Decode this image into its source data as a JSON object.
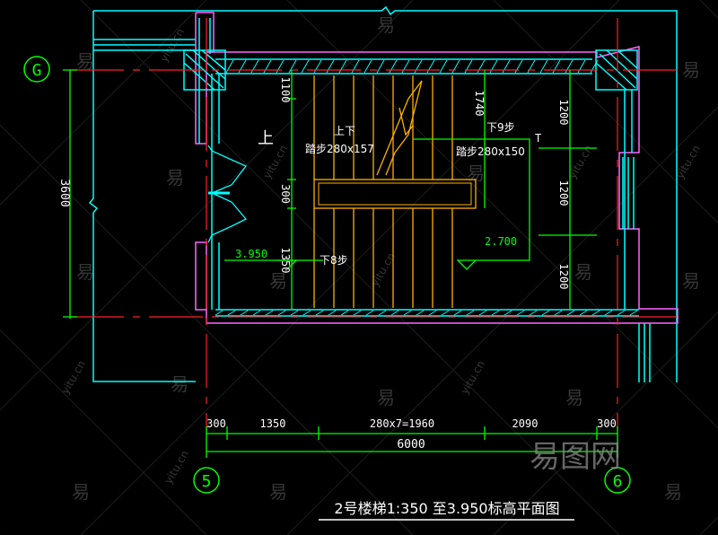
{
  "drawing": {
    "title": "2号楼梯1:350 至3.950标高平面图",
    "axes": {
      "top_left": "G",
      "bottom_left": "5",
      "bottom_right": "6"
    },
    "dims_left": {
      "total": "3600"
    },
    "dims_mid": [
      "1100",
      "1740",
      "300",
      "1350"
    ],
    "dims_right": [
      "1200",
      "1200",
      "1200"
    ],
    "dims_bottom": [
      "300",
      "1350",
      "280x7=1960",
      "2090",
      "300"
    ],
    "dims_bottom_total": "6000",
    "stair_labels": {
      "up_char": "上",
      "left_label": "踏步280x157",
      "left_label_top": "上下",
      "right_label": "踏步280x150",
      "right_label_top": "下9步",
      "bottom_label": "下8步",
      "small_t": "T"
    },
    "levels": {
      "landing_left": "3.950",
      "landing_right": "2.700"
    }
  },
  "watermark": {
    "char": "易",
    "url": "yitu.cn",
    "logo": "易图网"
  },
  "colors": {
    "wall": "#00ffff",
    "axis": "#ff2020",
    "dim": "#00ff00",
    "stair": "#ffb000",
    "purple": "#ff66ff",
    "text": "#ffffff"
  }
}
